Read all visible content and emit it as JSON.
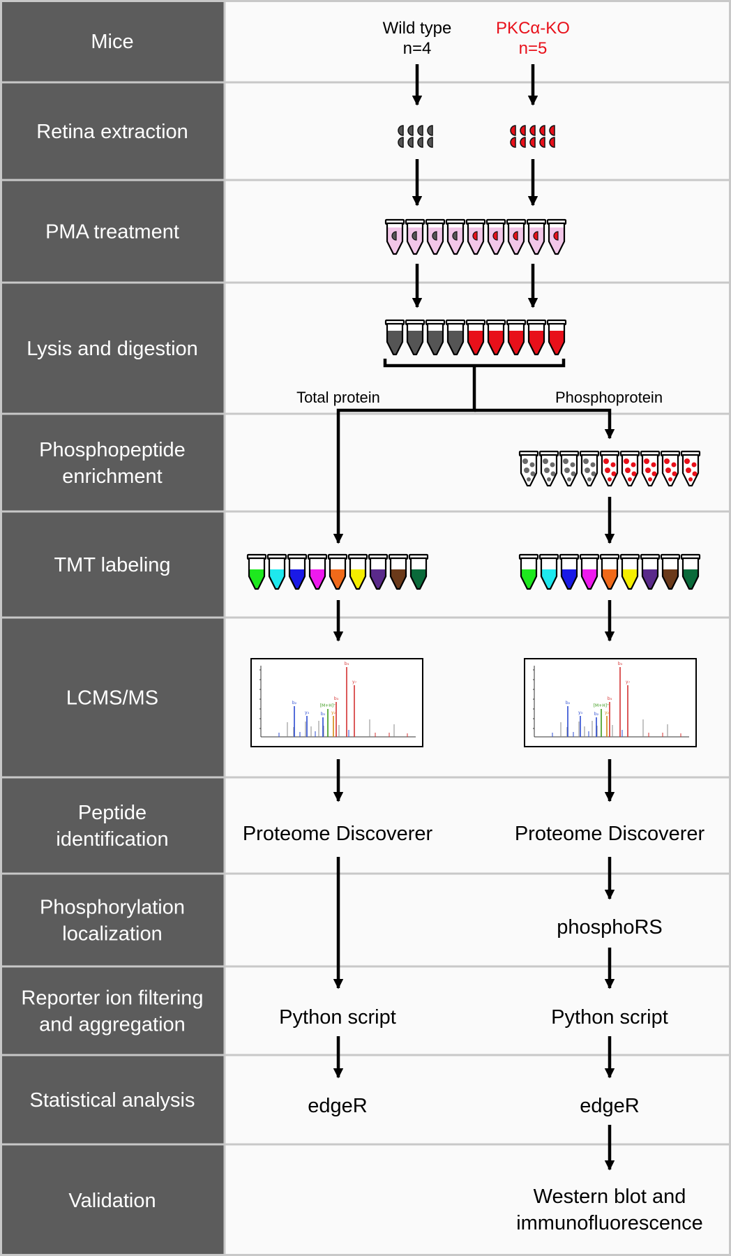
{
  "stages": [
    {
      "lines": [
        "Mice"
      ]
    },
    {
      "lines": [
        "Retina extraction"
      ]
    },
    {
      "lines": [
        "PMA treatment"
      ]
    },
    {
      "lines": [
        "Lysis and digestion"
      ]
    },
    {
      "lines": [
        "Phosphopeptide",
        "enrichment"
      ]
    },
    {
      "lines": [
        "TMT labeling"
      ]
    },
    {
      "lines": [
        "LCMS/MS"
      ]
    },
    {
      "lines": [
        "Peptide",
        "identification"
      ]
    },
    {
      "lines": [
        "Phosphorylation",
        "localization"
      ]
    },
    {
      "lines": [
        "Reporter ion filtering",
        "and aggregation"
      ]
    },
    {
      "lines": [
        "Statistical analysis"
      ]
    },
    {
      "lines": [
        "Validation"
      ]
    }
  ],
  "groups": {
    "wild_type": {
      "name": "Wild type",
      "n": "n=4",
      "color": "#000000"
    },
    "ko": {
      "name": "PKCα-KO",
      "n": "n=5",
      "color": "#e8101a"
    }
  },
  "branches": {
    "total": "Total protein",
    "phospho": "Phosphoprotein"
  },
  "total_path": {
    "identification": "Proteome Discoverer",
    "aggregation": "Python script",
    "statistics": "edgeR"
  },
  "phospho_path": {
    "identification": "Proteome Discoverer",
    "localization": "phosphoRS",
    "aggregation": "Python script",
    "statistics": "edgeR",
    "validation": [
      "Western blot and",
      "immunofluorescence"
    ]
  },
  "colors": {
    "label_column": "#5c5c5c",
    "grid_line": "#c8c8c8",
    "wild_type_sample": "#555555",
    "ko_sample": "#e8101a",
    "pma_medium": "#f2c6e8",
    "tmt_tags": [
      "#1ee81e",
      "#1ee8ee",
      "#1a1ae6",
      "#ee1aee",
      "#f06a1a",
      "#f5ee00",
      "#5a2a8a",
      "#6b3a1a",
      "#0a6a3a"
    ]
  },
  "spectrum_peaks": [
    {
      "label": "b₃",
      "color": "#d43030"
    },
    {
      "label": "y₇",
      "color": "#d43030"
    },
    {
      "label": "y₅",
      "color": "#d43030"
    },
    {
      "label": "b₂",
      "color": "#2a4ad0"
    },
    {
      "label": "y₃",
      "color": "#2a4ad0"
    },
    {
      "label": "[M+H]⁺",
      "color": "#3a9a1a"
    },
    {
      "label": "y₂",
      "color": "#d48a10"
    }
  ]
}
